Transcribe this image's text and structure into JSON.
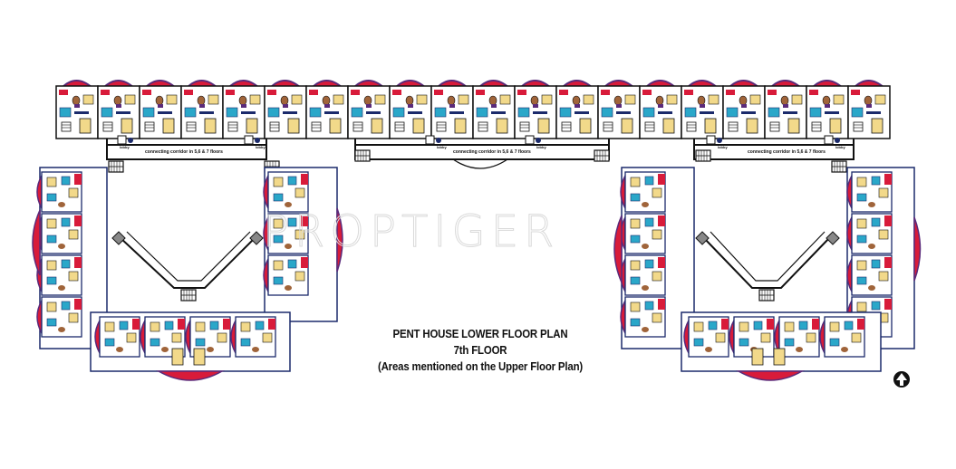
{
  "plan": {
    "title_line1": "PENT HOUSE LOWER FLOOR PLAN",
    "title_line2": "7th FLOOR",
    "title_line3": "(Areas mentioned on the Upper Floor Plan)",
    "watermark": "PROPTIGER",
    "corridor_labels": [
      "connecting corridor in 5,6 & 7 floors",
      "connecting",
      "corridor in 5,6 & 7 floors",
      "connecting corridor in 5,6 & 7 floors"
    ],
    "lift_label": "lobby",
    "north_icon": "north-arrow-icon",
    "colors": {
      "wall": "#111111",
      "balcony_red": "#d81b3a",
      "balcony_purple": "#5a2a7a",
      "furniture_yellow": "#f2d98a",
      "bath_blue": "#2aa7c9",
      "wood_brown": "#a0643a",
      "navy_outline": "#1b2a6b"
    }
  }
}
